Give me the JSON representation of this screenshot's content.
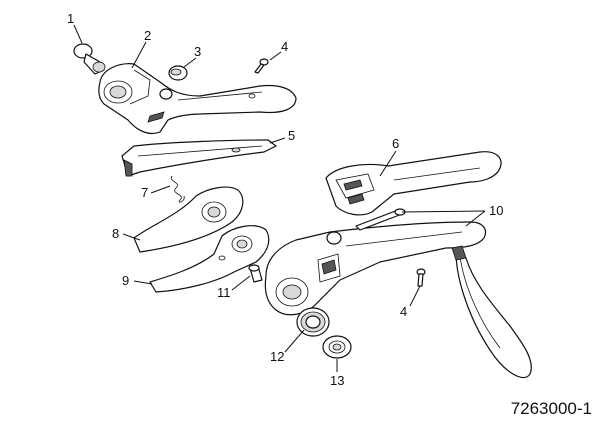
{
  "document_number": "7263000-1",
  "callouts": {
    "c1": "1",
    "c2": "2",
    "c3": "3",
    "c4a": "4",
    "c4b": "4",
    "c5": "5",
    "c6": "6",
    "c7": "7",
    "c8": "8",
    "c9": "9",
    "c10": "10",
    "c11": "11",
    "c12": "12",
    "c13": "13"
  }
}
